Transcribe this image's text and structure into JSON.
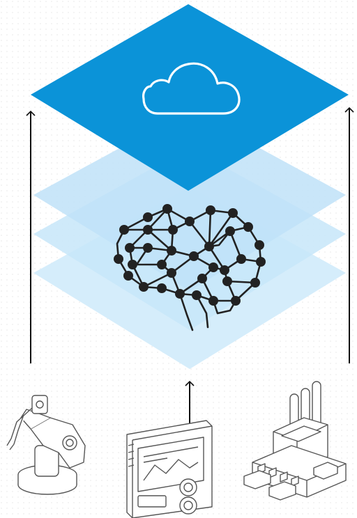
{
  "diagram": {
    "colors": {
      "background": "#ffffff",
      "background_dots": "#ececec",
      "cloud_layer": "#0b93d8",
      "intelligence_layers": "#d3ecfb",
      "arrows": "#111111",
      "line_art": "#555555",
      "brain": "#222222"
    },
    "layers": [
      {
        "kind": "cloud-platform",
        "icon": "cloud-icon"
      },
      {
        "kind": "analytics-layer",
        "icon": "brain-network-icon"
      },
      {
        "kind": "analytics-layer",
        "icon": ""
      },
      {
        "kind": "analytics-layer",
        "icon": ""
      }
    ],
    "arrows": [
      {
        "direction": "up",
        "from": "robot-arm-icon"
      },
      {
        "direction": "up",
        "from": "control-panel-icon"
      },
      {
        "direction": "up",
        "from": "factory-icon"
      }
    ],
    "sources": [
      {
        "icon": "robot-arm-icon"
      },
      {
        "icon": "control-panel-icon"
      },
      {
        "icon": "factory-icon"
      }
    ]
  }
}
